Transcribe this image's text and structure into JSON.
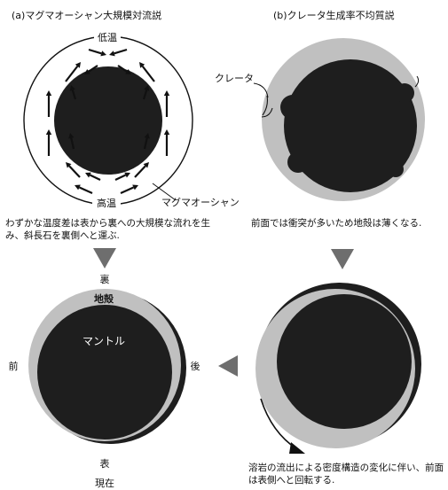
{
  "panels": {
    "a": {
      "title": "(a)マグマオーシャン大規模対流説",
      "label_top": "低温",
      "label_bottom": "高温",
      "label_ocean": "マグマオーシャン",
      "caption": "わずかな温度差は表から裏への大規模な流れを生み、斜長石を裏側へと運ぶ."
    },
    "b": {
      "title": "(b)クレータ生成率不均質説",
      "label_crater": "クレータ",
      "caption": "前面では衝突が多いため地殻は薄くなる."
    },
    "bottom_left": {
      "label_top": "裏",
      "label_crust": "地殻",
      "label_mantle": "マントル",
      "label_left": "前",
      "label_right": "後",
      "label_bottom": "表",
      "label_now": "現在"
    },
    "bottom_right": {
      "caption": "溶岩の流出による密度構造の変化に伴い、前面は表側へと回転する."
    }
  },
  "colors": {
    "core": "#1e1e1e",
    "crust": "#c0c0c0",
    "ocean": "#ffffff",
    "outline": "#111111",
    "arrowhead": "#6e6e6e"
  }
}
